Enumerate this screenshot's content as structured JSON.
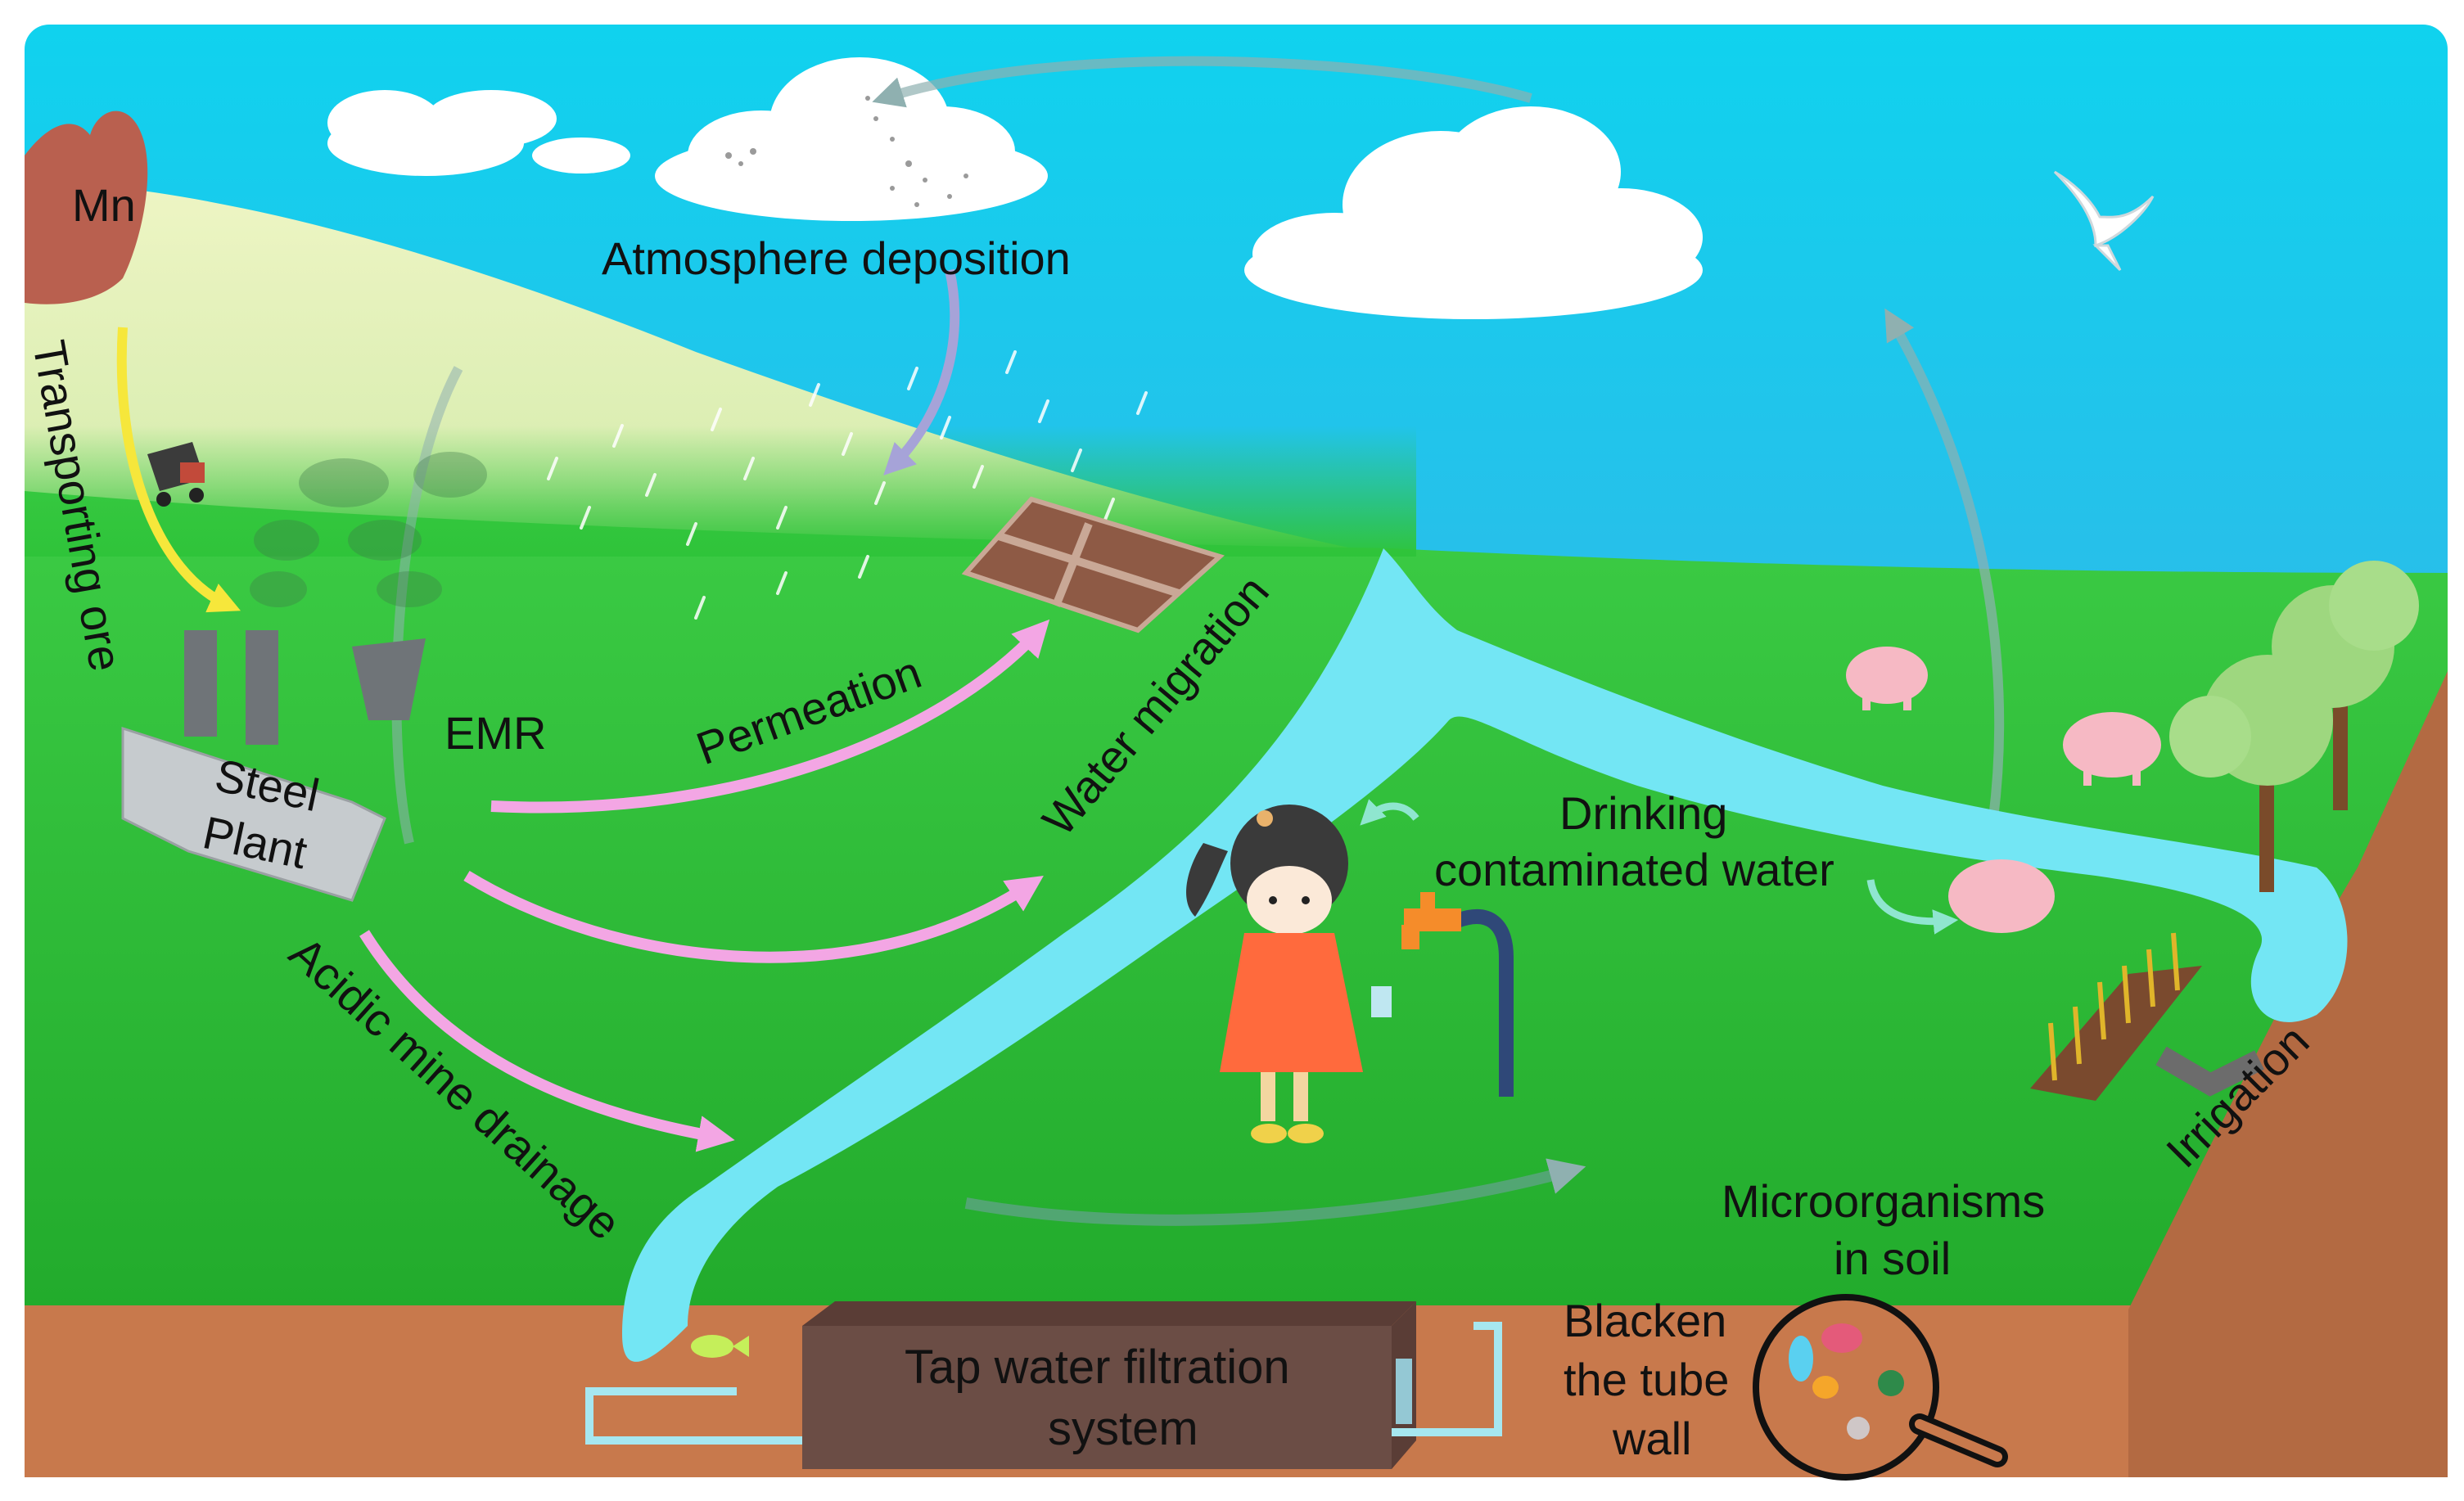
{
  "colors": {
    "sky_top": "#0fd3ee",
    "sky_bottom": "#2cb4e6",
    "hill": "#e8f1b8",
    "grass": "#2fc43a",
    "grass_dark": "#22a82a",
    "soil": "#c8794c",
    "soil_dark": "#a85d38",
    "water": "#73e6f4",
    "mountain": "#b9604f",
    "pink_arrow": "#f3a6e4",
    "yellow_arrow": "#f6e73b",
    "gray_arrow": "#8da6a6",
    "box": "#6b4d45"
  },
  "labels": {
    "mn": "Mn",
    "transporting_ore": "Transporting ore",
    "atmosphere_deposition": "Atmosphere deposition",
    "emr": "EMR",
    "steel_plant_line1": "Steel",
    "steel_plant_line2": "Plant",
    "permeation": "Permeation",
    "water_migration": "Water migration",
    "acidic_mine_drainage": "Acidic mine drainage",
    "drinking_line1": "Drinking",
    "drinking_line2": "contaminated water",
    "irrigation": "Irrigation",
    "microorganisms_line1": "Microorganisms",
    "microorganisms_line2": "in soil",
    "tap_line1": "Tap water filtration",
    "tap_line2": "system",
    "blacken_line1": "Blacken",
    "blacken_line2": "the tube",
    "blacken_line3": "wall"
  },
  "icons": {
    "bird": "bird-icon",
    "magnifier": "magnifier-icon",
    "truck": "truck-icon",
    "fish": "fish-icon",
    "tap": "tap-icon",
    "girl": "girl-figure",
    "pigs": "pig-icon",
    "crops": "crop-field-icon",
    "trees": "tree-icon",
    "factory": "factory-icon"
  }
}
